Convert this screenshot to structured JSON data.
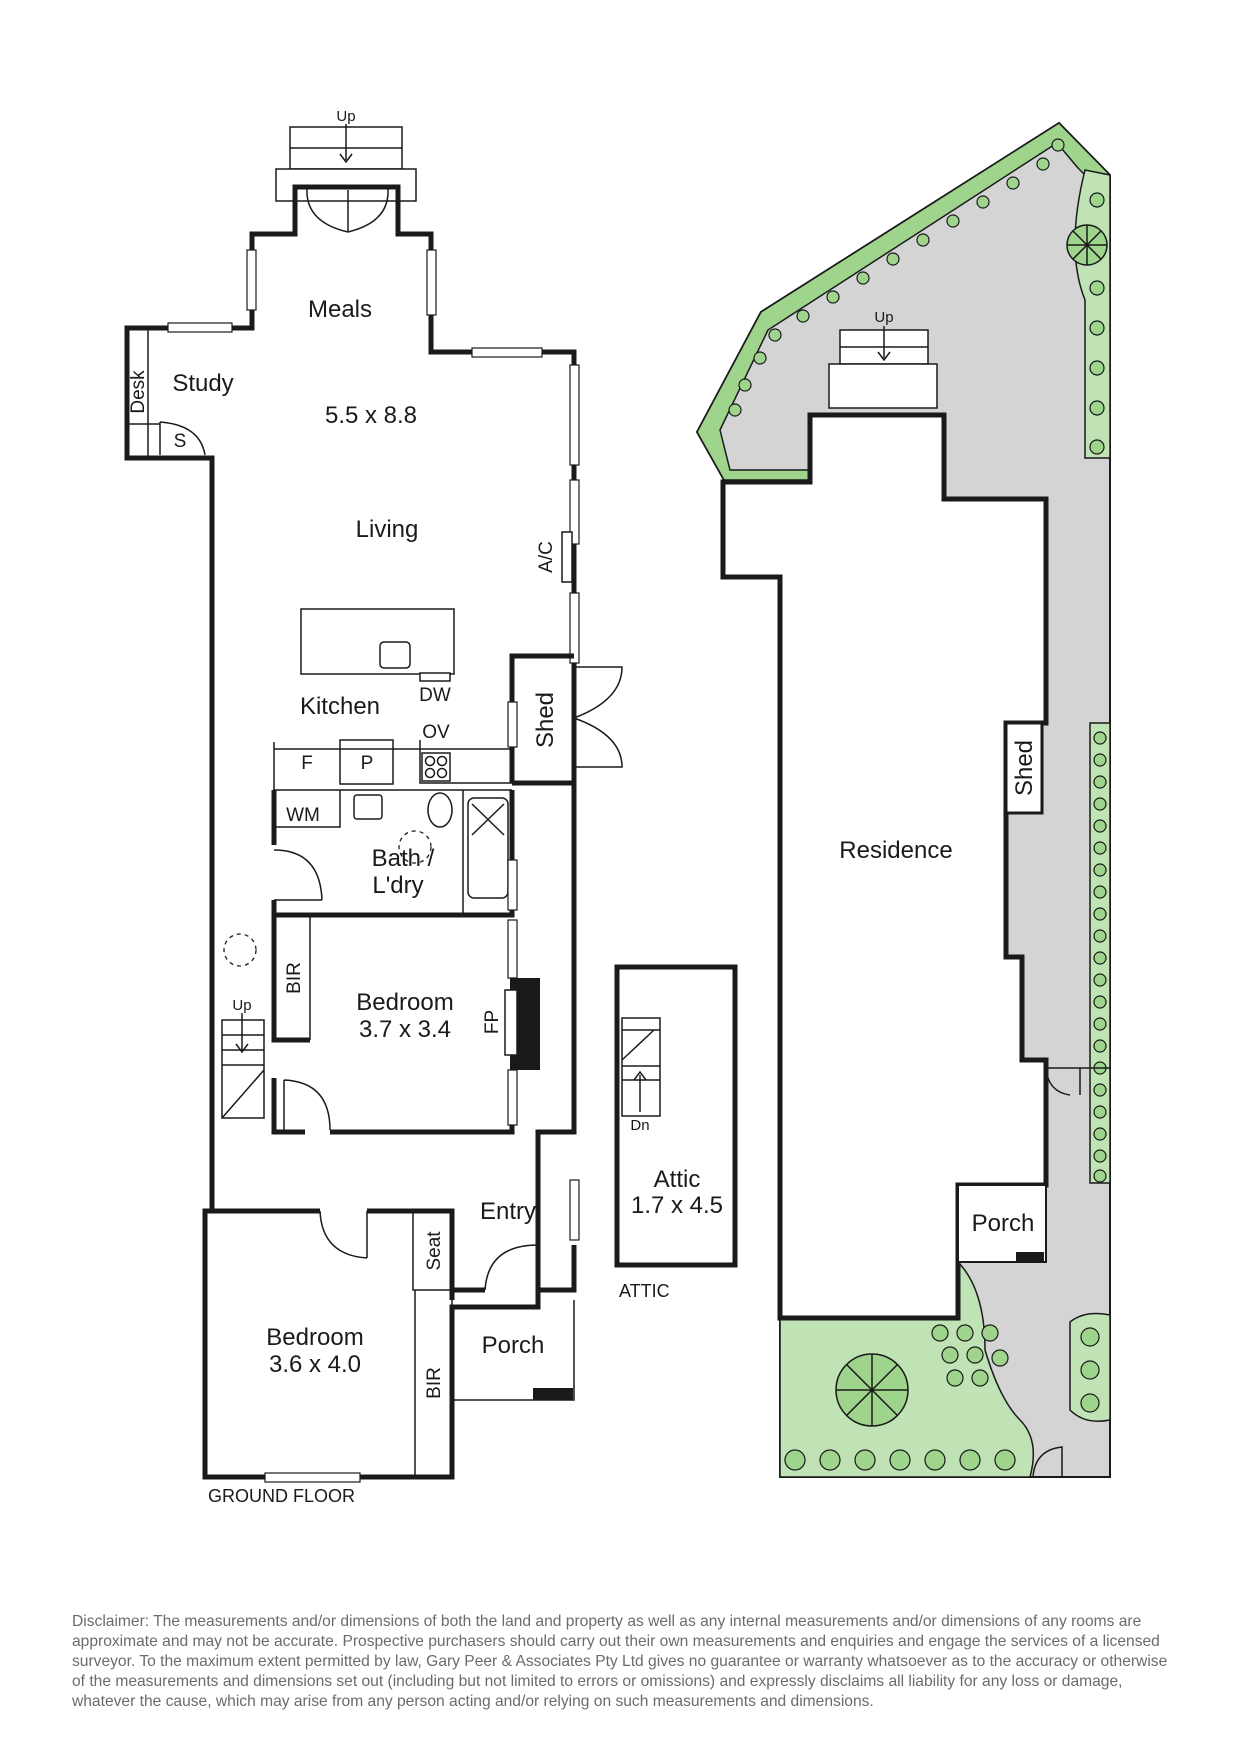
{
  "colors": {
    "wall": "#1a1a1a",
    "paving": "#d4d4d4",
    "lawn": "#bfe3b4",
    "garden": "#9fd48c",
    "disclaimer_text": "#6b6b6b"
  },
  "ground_floor": {
    "caption": "GROUND FLOOR",
    "rooms": {
      "meals": "Meals",
      "meals_living_dims": "5.5 x 8.8",
      "living": "Living",
      "study": "Study",
      "desk": "Desk",
      "study_storage": "S",
      "kitchen": "Kitchen",
      "dishwasher": "DW",
      "oven": "OV",
      "fridge": "F",
      "pantry": "P",
      "washing_machine": "WM",
      "bath_laundry_1": "Bath /",
      "bath_laundry_2": "L'dry",
      "shed": "Shed",
      "air_con": "A/C",
      "bedroom1": "Bedroom",
      "bedroom1_dims": "3.7 x 3.4",
      "bedroom1_robe": "BIR",
      "fireplace": "FP",
      "stairs_up": "Up",
      "entry": "Entry",
      "seat": "Seat",
      "porch": "Porch",
      "bedroom2": "Bedroom",
      "bedroom2_dims": "3.6 x 4.0",
      "bedroom2_robe": "BIR",
      "rear_steps_up": "Up"
    }
  },
  "attic": {
    "caption": "ATTIC",
    "label": "Attic",
    "dims": "1.7 x 4.5",
    "stairs_down": "Dn"
  },
  "site_plan": {
    "residence": "Residence",
    "shed": "Shed",
    "porch": "Porch",
    "rear_steps_up": "Up"
  },
  "disclaimer": "Disclaimer: The measurements and/or dimensions of both the land and property as well as any internal measurements and/or dimensions of any rooms are approximate and may not be accurate. Prospective purchasers should carry out their own measurements and enquiries and engage the services of a licensed surveyor. To the maximum extent permitted by law, Gary Peer & Associates Pty Ltd gives no guarantee or warranty whatsoever as to the accuracy or otherwise of the measurements and dimensions set out (including but not limited to errors or omissions) and expressly disclaims all liability for any loss or damage, whatever the cause, which may arise from any person acting and/or relying on such measurements and dimensions."
}
